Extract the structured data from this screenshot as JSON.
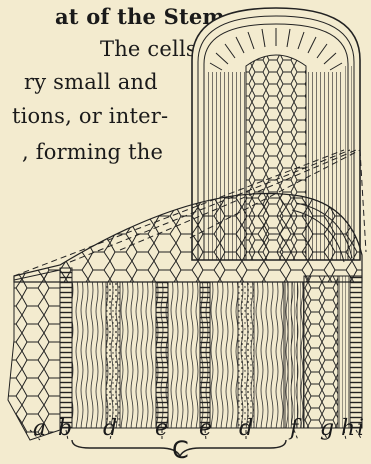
{
  "text_lines": [
    {
      "text": "at of the Stem",
      "bold": true
    },
    {
      "text": "The cells at",
      "bold": false
    },
    {
      "text": "ry small and",
      "bold": false
    },
    {
      "text": "tions, or inter-",
      "bold": false
    },
    {
      "text": ", forming the",
      "bold": false
    }
  ],
  "figure": {
    "labels": [
      "a",
      "b",
      "d",
      "e",
      "e",
      "d",
      "f",
      "g",
      "h",
      "i"
    ],
    "group_label": "C"
  }
}
